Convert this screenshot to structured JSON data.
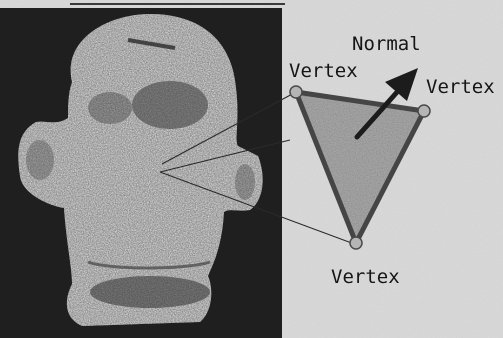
{
  "labels": {
    "normal": "Normal",
    "vertex_left": "Vertex",
    "vertex_right": "Vertex",
    "vertex_bottom": "Vertex"
  },
  "colors": {
    "page_background": "#dcdcdc",
    "scan_panel": "#1f1f1f",
    "face_fill": "#a9a9a9",
    "triangle_edge": "#454545",
    "normal_arrow": "#1c1c1c",
    "vertex_marker": "#b5b5b5"
  },
  "icons": {
    "mesh": "scanned-head-point-cloud",
    "normal": "arrow-icon",
    "vertex": "circle-marker"
  }
}
